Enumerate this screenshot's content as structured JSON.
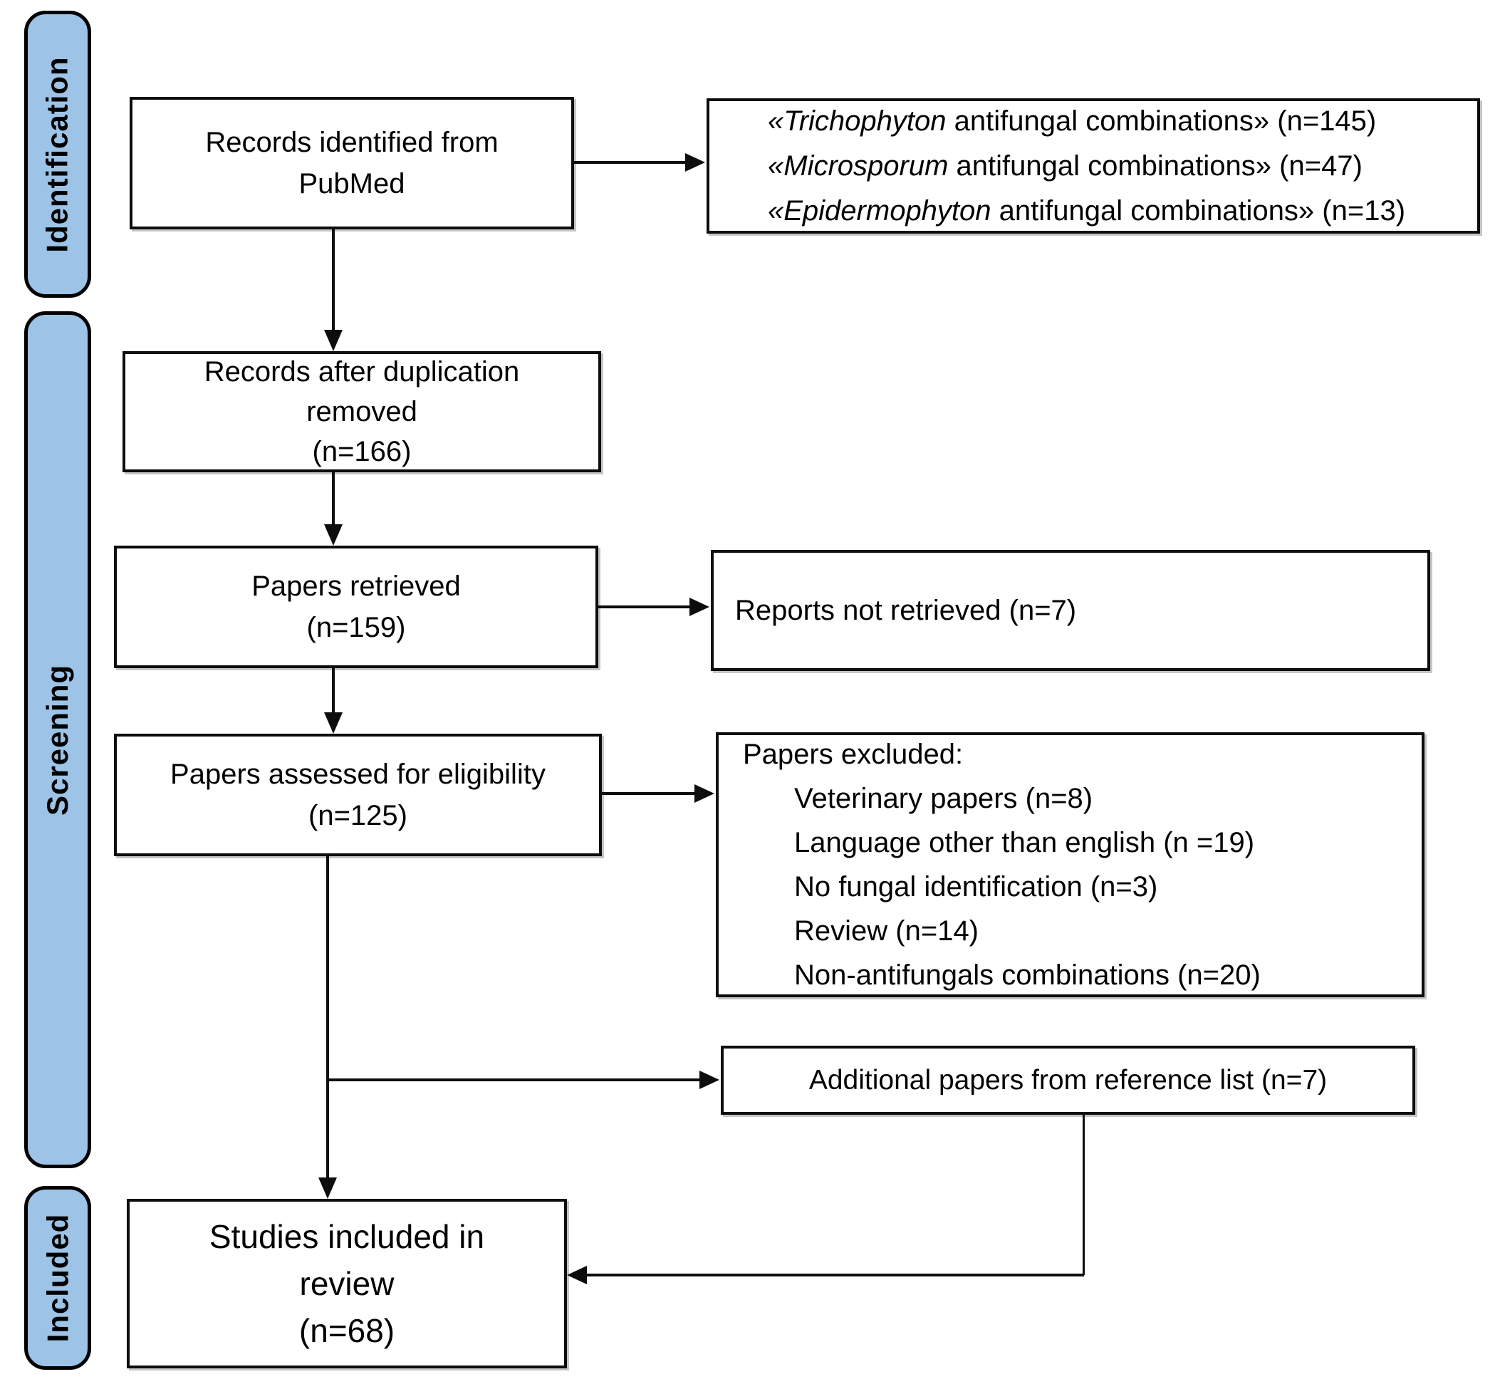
{
  "stages": {
    "identification": "Identification",
    "screening": "Screening",
    "included": "Included"
  },
  "boxes": {
    "records_identified": {
      "lines": [
        "Records identified from",
        "PubMed"
      ]
    },
    "search_queries": {
      "items": [
        {
          "genus": "«Trichophyton",
          "rest": " antifungal combinations» (n=145)"
        },
        {
          "genus": "«Microsporum",
          "rest": " antifungal combinations» (n=47)"
        },
        {
          "genus": "«Epidermophyton",
          "rest": " antifungal combinations» (n=13)"
        }
      ]
    },
    "after_duplication": {
      "lines": [
        "Records after duplication",
        "removed",
        "(n=166)"
      ]
    },
    "papers_retrieved": {
      "lines": [
        "Papers retrieved",
        "(n=159)"
      ]
    },
    "reports_not_retrieved": {
      "text": "Reports not retrieved (n=7)"
    },
    "assessed_eligibility": {
      "lines": [
        "Papers assessed for eligibility",
        "(n=125)"
      ]
    },
    "papers_excluded": {
      "title": "Papers excluded:",
      "items": [
        "Veterinary papers (n=8)",
        "Language other than english (n =19)",
        "No fungal identification (n=3)",
        "Review (n=14)",
        "Non-antifungals combinations (n=20)"
      ]
    },
    "additional_papers": {
      "text": "Additional papers from reference list (n=7)"
    },
    "studies_included": {
      "lines": [
        "Studies included in",
        "review",
        "(n=68)"
      ]
    }
  },
  "colors": {
    "stage_fill": "#9DC3E6",
    "stage_border": "#000000",
    "box_border": "#0d0d0d",
    "connector": "#0d0d0d",
    "background": "#ffffff",
    "text": "#000000"
  }
}
